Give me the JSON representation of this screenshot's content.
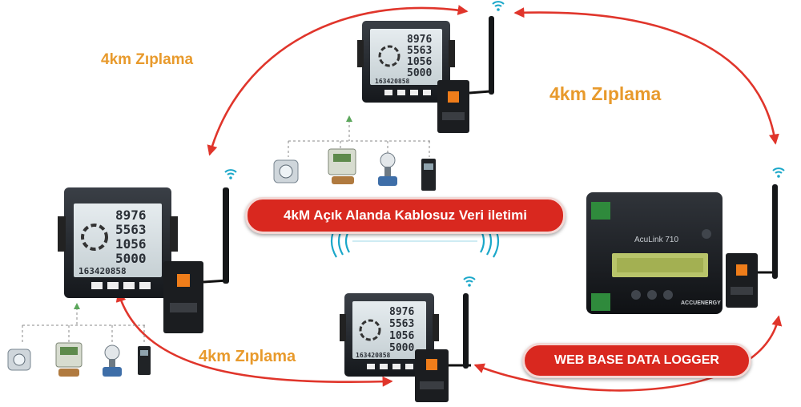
{
  "hops": [
    {
      "label": "4km Zıplama"
    },
    {
      "label": "4km Zıplama"
    },
    {
      "label": "4km Zıplama"
    }
  ],
  "banner": {
    "text": "4kM Açık Alanda Kablosuz Veri iletimi"
  },
  "logger_banner": {
    "text": "WEB BASE DATA LOGGER"
  },
  "meter_display": {
    "lines": [
      "8976",
      "5563",
      "1056",
      "5000",
      "163420858"
    ]
  },
  "logger": {
    "model": "AcuLink 710",
    "brand": "ACCUENERGY"
  },
  "colors": {
    "arrow": "#e0352b",
    "hop_text": "#e89a2c",
    "banner": "#d9281f",
    "antenna_waves": "#1aa7c9"
  },
  "icons": [
    "wifi-icon",
    "water-meter-icon",
    "gas-meter-icon",
    "flow-meter-icon",
    "energy-meter-icon"
  ]
}
